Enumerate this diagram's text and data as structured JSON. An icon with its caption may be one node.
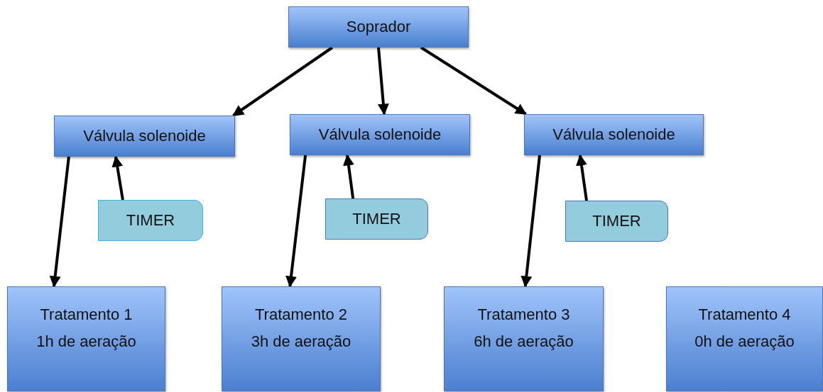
{
  "diagram": {
    "nodes": [
      {
        "text": [
          "Soprador"
        ]
      },
      {
        "text": [
          "Válvula solenoide"
        ]
      },
      {
        "text": [
          "Válvula solenoide"
        ]
      },
      {
        "text": [
          "Válvula solenoide"
        ]
      },
      {
        "text": [
          "TIMER"
        ]
      },
      {
        "text": [
          "TIMER"
        ]
      },
      {
        "text": [
          "TIMER"
        ]
      },
      {
        "text": [
          "Tratamento 1",
          "1h de aeração"
        ]
      },
      {
        "text": [
          "Tratamento 2",
          "3h de aeração"
        ]
      },
      {
        "text": [
          "Tratamento 3",
          "6h de aeração"
        ]
      },
      {
        "text": [
          "Tratamento 4",
          "0h de aeração"
        ]
      }
    ],
    "edges": [
      {
        "from": 0,
        "to": 1,
        "arrow": "to"
      },
      {
        "from": 0,
        "to": 2,
        "arrow": "to"
      },
      {
        "from": 0,
        "to": 3,
        "arrow": "to"
      },
      {
        "from": 4,
        "to": 1,
        "arrow": "to"
      },
      {
        "from": 5,
        "to": 2,
        "arrow": "to"
      },
      {
        "from": 6,
        "to": 3,
        "arrow": "to"
      },
      {
        "from": 1,
        "to": 7,
        "arrow": "to"
      },
      {
        "from": 2,
        "to": 8,
        "arrow": "to"
      },
      {
        "from": 3,
        "to": 9,
        "arrow": "to"
      }
    ]
  }
}
